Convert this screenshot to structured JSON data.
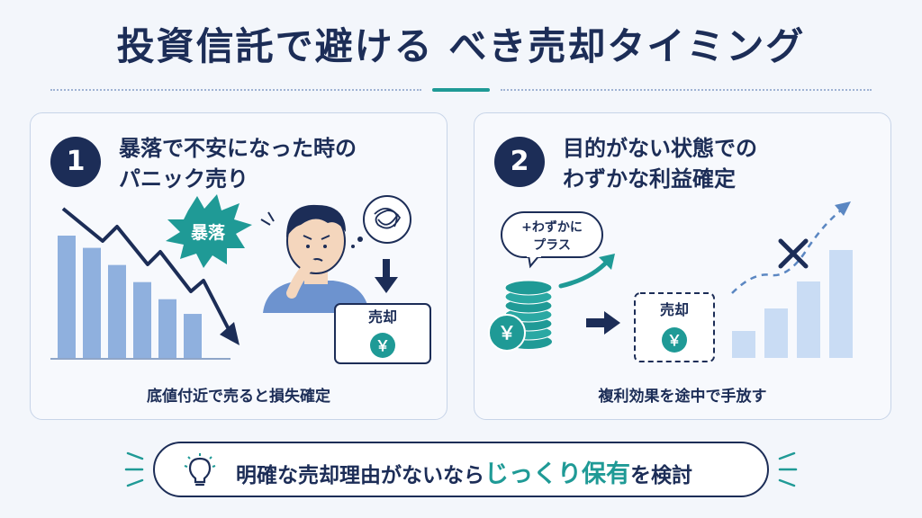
{
  "title": {
    "main": "投資信託で避ける",
    "accent": "べき売却タイミング"
  },
  "colors": {
    "navy": "#1c2d57",
    "teal": "#1f9a96",
    "bar_blue": "#8fb0de",
    "bar_light": "#c9dcf4",
    "background": "#f3f6fb"
  },
  "cards": [
    {
      "number": "1",
      "heading_line1": "暴落で不安になった時の",
      "heading_line2": "パニック売り",
      "burst_label": "暴落",
      "box_label": "売却",
      "yen_symbol": "￥",
      "caption": "底値付近で売ると損失確定",
      "bar_values": [
        100,
        90,
        76,
        62,
        48,
        36
      ]
    },
    {
      "number": "2",
      "heading_line1": "目的がない状態での",
      "heading_line2": "わずかな利益確定",
      "bubble_line1": "+わずかに",
      "bubble_line2": "プラス",
      "box_label": "売却",
      "yen_symbol": "￥",
      "caption": "複利効果を途中で手放す",
      "bar_values": [
        30,
        55,
        85,
        120
      ]
    }
  ],
  "bottom": {
    "text_before": "明確な売却理由がないなら",
    "emphasis": "じっくり保有",
    "text_after": "を検討"
  }
}
